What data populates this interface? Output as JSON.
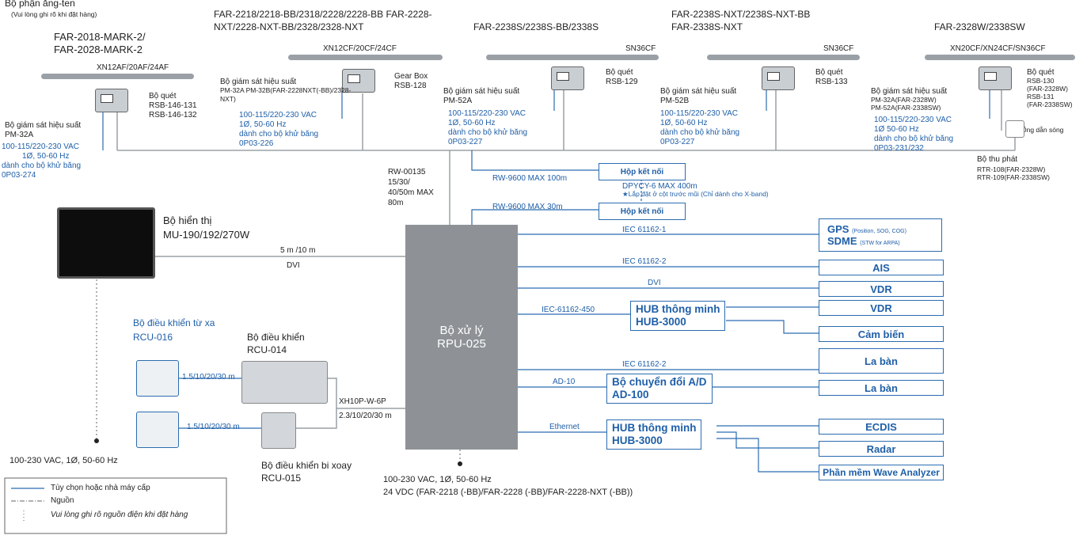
{
  "antenna_unit": {
    "title": "Bộ phận ăng-ten",
    "note": "(Vui lòng ghi rõ khi đặt hàng)"
  },
  "columns": [
    {
      "models": "FAR-2018-MARK-2/",
      "models2": "FAR-2028-MARK-2",
      "antenna": "XN12AF/20AF/24AF",
      "scanner": "Bộ quét",
      "scanner_models": "RSB-146-131",
      "scanner_models2": "RSB-146-132",
      "monitor": "Bộ giám sát hiệu suất",
      "monitor_model": "PM-32A",
      "power": "100-115/220-230 VAC",
      "power2": "1Ø, 50-60 Hz",
      "deicer": "dành cho bộ khử băng",
      "deicer_model": "0P03-274"
    },
    {
      "models": "FAR-2218/2218-BB/2318/2228/2228-BB FAR-2228-",
      "models2": "NXT/2228-NXT-BB/2328/2328-NXT",
      "antenna": "XN12CF/20CF/24CF",
      "scanner": "Gear    Box",
      "scanner_models": "RSB-128",
      "monitor": "Bộ giám sát hiệu suất",
      "monitor_model": "PM-32A PM-32B(FAR-2228NXT(-BB)/2328-",
      "monitor_model2": "NXT)",
      "power": "100-115/220-230 VAC",
      "power2": "1Ø, 50-60 Hz",
      "deicer": "dành cho bộ khử băng",
      "deicer_model": "0P03-226"
    },
    {
      "models": "FAR-2238S/2238S-BB/2338S",
      "antenna": "SN36CF",
      "scanner": "Bộ      quét",
      "scanner_models": "RSB-129",
      "monitor": "Bộ giám sát hiệu suất",
      "monitor_model": "PM-52A",
      "power": "100-115/220-230 VAC",
      "power2": "1Ø, 50-60 Hz",
      "deicer": "dành cho bộ khử băng",
      "deicer_model": "0P03-227"
    },
    {
      "models": "FAR-2238S-NXT/2238S-NXT-BB",
      "models2": "FAR-2338S-NXT",
      "antenna": "SN36CF",
      "scanner": "Bộ quét",
      "scanner_models": "RSB-133",
      "monitor": "Bộ giám sát hiệu suất",
      "monitor_model": "PM-52B",
      "power": "100-115/220-230 VAC",
      "power2": "1Ø, 50-60 Hz",
      "deicer": "dành cho bộ khử băng",
      "deicer_model": "0P03-227"
    },
    {
      "models": "FAR-2328W/2338SW",
      "antenna": "XN20CF/XN24CF/SN36CF",
      "scanner": "Bộ quét",
      "scanner_models": "RSB-130",
      "scanner_m2": "(FAR-2328W)",
      "scanner_m3": "RSB-131",
      "scanner_m4": "(FAR-2338SW)",
      "monitor": "Bộ giám sát hiệu suất",
      "monitor_model": "PM-32A(FAR-2328W)",
      "monitor_model2": "PM-52A(FAR-2338SW)",
      "power": "100-115/220-230 VAC",
      "power2": "1Ø 50-60 Hz",
      "deicer": "dành cho bộ khử băng",
      "deicer_model": "0P03-231/232",
      "waveguide": "Ống dẫn sóng",
      "transceiver": "Bộ thu phát",
      "transceiver_m1": "RTR-108(FAR-2328W)",
      "transceiver_m2": "RTR-109(FAR-2338SW)"
    }
  ],
  "cable_main": {
    "l1": "RW-00135",
    "l2": "15/30/",
    "l3": "40/50m MAX",
    "l4": "80m"
  },
  "junction": {
    "box1": "Hộp kết nối",
    "box2": "Hộp kết nối",
    "rw100": "RW-9600 MAX 100m",
    "rw30": "RW-9600 MAX 30m",
    "dpycy": "DPYCY-6 MAX 400m",
    "dpycy_note": "★Lắp đặt ở cột trước mũi (Chỉ dành cho X-band)"
  },
  "display": {
    "label": "Bộ hiển thị",
    "model": "MU-190/192/270W",
    "cable": "5 m /10 m",
    "cable_type": "DVI"
  },
  "processor": {
    "label": "Bộ xử lý",
    "model": "RPU-025",
    "power": "100-230 VAC, 1Ø, 50-60 Hz",
    "power2": "24 VDC (FAR-2218 (-BB)/FAR-2228 (-BB)/FAR-2228-NXT (-BB))"
  },
  "left_power": "100-230 VAC, 1Ø, 50-60 Hz",
  "rcu016": {
    "label": "Bộ điều khiển từ xa",
    "model": "RCU-016",
    "cable1": "1.5/10/20/30 m",
    "cable2": "1.5/10/20/30 m"
  },
  "rcu014": {
    "label": "Bộ điều khiển",
    "model": "RCU-014"
  },
  "rcu015": {
    "label": "Bộ điều khiển bi xoay",
    "model": "RCU-015"
  },
  "xh": {
    "l1": "XH10P-W-6P",
    "l2": "2.3/10/20/30 m"
  },
  "interfaces": {
    "iec1": "IEC 61162-1",
    "iec2": "IEC 61162-2",
    "dvi": "DVI",
    "iec450": "IEC-61162-450",
    "iec2b": "IEC 61162-2",
    "ad10": "AD-10",
    "eth": "Ethernet",
    "gps": "GPS",
    "gps_sub": "(Position, SOG, COG)",
    "sdme": "SDME",
    "sdme_sub": "(STW for ARPA)",
    "ais": "AIS",
    "vdr1": "VDR",
    "vdr2": "VDR",
    "sensor": "Cảm biến",
    "compass1": "La bàn",
    "compass2": "La bàn",
    "hub1": "HUB thông minh",
    "hub1_model": "HUB-3000",
    "adc": "Bộ chuyển đổi A/D",
    "adc_model": "AD-100",
    "hub2": "HUB thông minh",
    "hub2_model": "HUB-3000",
    "ecdis": "ECDIS",
    "radar": "Radar",
    "wave": "Phần mềm Wave Analyzer"
  },
  "legend": {
    "opt": "Tùy chọn hoặc nhà máy cấp",
    "pwr": "Nguồn",
    "note": "Vui lòng ghi rõ nguồn điện khi đặt hàng"
  },
  "colors": {
    "line": "#2b6cb0",
    "gray": "#9aa0a6"
  }
}
